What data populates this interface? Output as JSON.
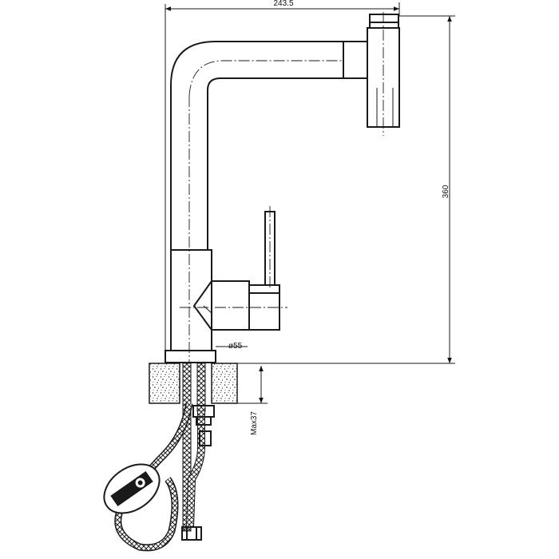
{
  "dimensions": {
    "width_label": "243.5",
    "height_label": "360",
    "base_diameter_label": "ø55",
    "max_thickness_label": "Max37"
  }
}
